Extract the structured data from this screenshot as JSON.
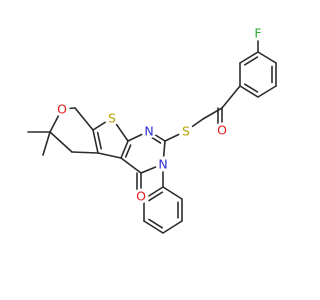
{
  "colors": {
    "bond": "#2b2b2b",
    "C": "#2b2b2b",
    "N": "#2d2dd6",
    "O": "#e31a1a",
    "S": "#b5a300",
    "F": "#2fa82f"
  },
  "atoms": [
    {
      "id": "F",
      "label": "F",
      "element": "F"
    },
    {
      "id": "O1",
      "label": "O",
      "element": "O"
    },
    {
      "id": "O2",
      "label": "O",
      "element": "O"
    },
    {
      "id": "O3",
      "label": "O",
      "element": "O"
    },
    {
      "id": "S1",
      "label": "S",
      "element": "S"
    },
    {
      "id": "S2",
      "label": "S",
      "element": "S"
    },
    {
      "id": "N1",
      "label": "N",
      "element": "N"
    },
    {
      "id": "N2",
      "label": "N",
      "element": "N"
    }
  ]
}
